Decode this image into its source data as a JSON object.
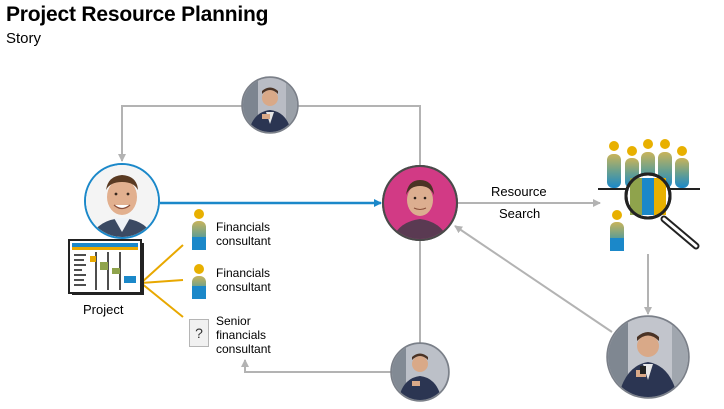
{
  "header": {
    "title": "Project Resource Planning",
    "subtitle": "Story"
  },
  "labels": {
    "project": "Project",
    "resource_search_line1": "Resource",
    "resource_search_line2": "Search"
  },
  "candidates": [
    {
      "line1": "Financials",
      "line2": "consultant",
      "line3": ""
    },
    {
      "line1": "Financials",
      "line2": "consultant",
      "line3": ""
    },
    {
      "line1": "Senior",
      "line2": "financials",
      "line3": "consultant"
    }
  ],
  "question_mark": "?",
  "colors": {
    "arrow_gray": "#b3b3b3",
    "arrow_blue": "#1b88c9",
    "tree_orange": "#e8a800",
    "accent_pink": "#c8337a",
    "person_gold": "#e8b000",
    "person_olive": "#8fa34c",
    "person_blue": "#1b88c9"
  }
}
